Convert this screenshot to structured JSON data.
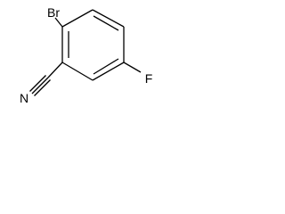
{
  "molecule": {
    "atoms": {
      "bromine": "Br",
      "nitrogen": "N",
      "fluorine": "F"
    }
  }
}
